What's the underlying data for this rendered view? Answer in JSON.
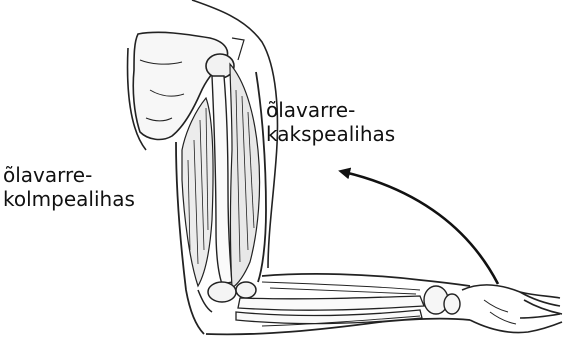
{
  "labels": {
    "biceps": {
      "line1": "õlavarre-",
      "line2": "kakspealihas"
    },
    "triceps": {
      "line1": "õlavarre-",
      "line2": "kolmpealihas"
    }
  },
  "colors": {
    "ink": "#111111",
    "background": "#ffffff"
  },
  "arrow": {
    "direction": "curved-up-left",
    "meaning": "forearm flexion"
  }
}
